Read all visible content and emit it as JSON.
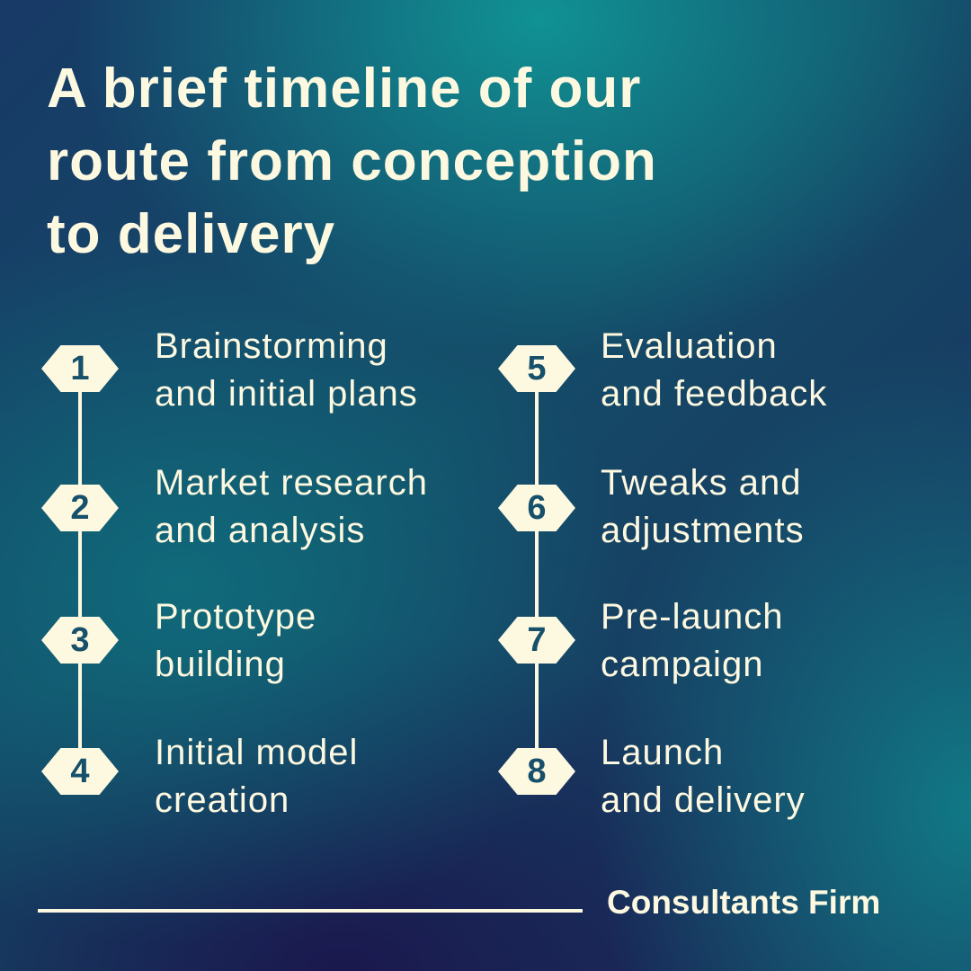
{
  "title": {
    "lines": [
      "A brief timeline of our",
      "route from conception",
      "to delivery"
    ]
  },
  "steps": [
    {
      "number": "1",
      "lines": [
        "Brainstorming",
        "and initial plans"
      ]
    },
    {
      "number": "2",
      "lines": [
        "Market research",
        "and analysis"
      ]
    },
    {
      "number": "3",
      "lines": [
        "Prototype",
        "building"
      ]
    },
    {
      "number": "4",
      "lines": [
        "Initial model",
        "creation"
      ]
    },
    {
      "number": "5",
      "lines": [
        "Evaluation",
        "and feedback"
      ]
    },
    {
      "number": "6",
      "lines": [
        "Tweaks and",
        "adjustments"
      ]
    },
    {
      "number": "7",
      "lines": [
        "Pre-launch",
        "campaign"
      ]
    },
    {
      "number": "8",
      "lines": [
        "Launch",
        "and delivery"
      ]
    }
  ],
  "footer": {
    "brand": "Consultants Firm"
  },
  "colors": {
    "cream": "#fdf8e0",
    "number": "#17506a",
    "teal": "#109696",
    "navy": "#1a184e"
  }
}
